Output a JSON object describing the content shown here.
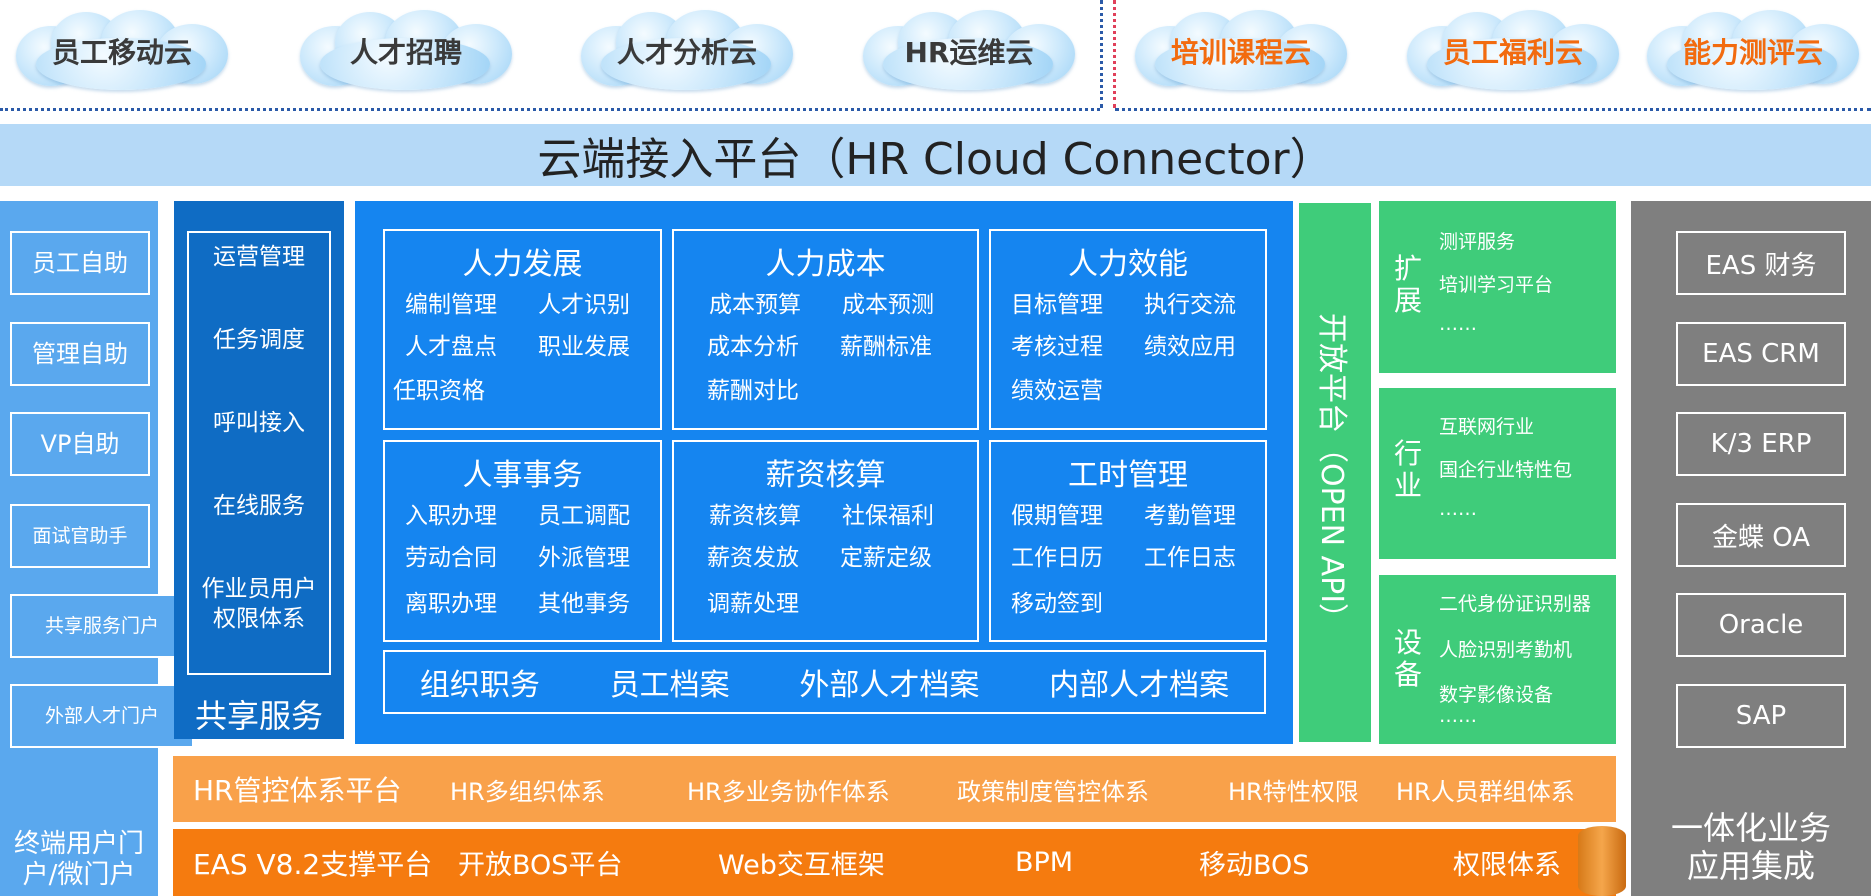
{
  "clouds": [
    {
      "label": "员工移动云",
      "color": "gray"
    },
    {
      "label": "人才招聘",
      "color": "gray"
    },
    {
      "label": "人才分析云",
      "color": "gray"
    },
    {
      "label": "HR运维云",
      "color": "gray"
    },
    {
      "label": "培训课程云",
      "color": "orange"
    },
    {
      "label": "员工福利云",
      "color": "orange"
    },
    {
      "label": "能力测评云",
      "color": "orange"
    }
  ],
  "connector": {
    "title": "云端接入平台（HR Cloud Connector）"
  },
  "left_panel": {
    "items": [
      "员工自助",
      "管理自助",
      "VP自助",
      "面试官助手",
      "共享服务门户",
      "外部人才门户"
    ],
    "footer": "终端用户门户/微门户"
  },
  "shared_service": {
    "items": [
      "运营管理",
      "任务调度",
      "呼叫接入",
      "在线服务",
      "作业员用户权限体系"
    ],
    "title": "共享服务"
  },
  "modules": [
    {
      "title": "人力发展",
      "items": [
        "编制管理",
        "人才识别",
        "人才盘点",
        "职业发展",
        "任职资格"
      ]
    },
    {
      "title": "人力成本",
      "items": [
        "成本预算",
        "成本预测",
        "成本分析",
        "薪酬标准",
        "薪酬对比"
      ]
    },
    {
      "title": "人力效能",
      "items": [
        "目标管理",
        "执行交流",
        "考核过程",
        "绩效应用",
        "绩效运营"
      ]
    },
    {
      "title": "人事事务",
      "items": [
        "入职办理",
        "员工调配",
        "劳动合同",
        "外派管理",
        "离职办理",
        "其他事务"
      ]
    },
    {
      "title": "薪资核算",
      "items": [
        "薪资核算",
        "社保福利",
        "薪资发放",
        "定薪定级",
        "调薪处理"
      ]
    },
    {
      "title": "工时管理",
      "items": [
        "假期管理",
        "考勤管理",
        "工作日历",
        "工作日志",
        "移动签到"
      ]
    }
  ],
  "archive_bar": [
    "组织职务",
    "员工档案",
    "外部人才档案",
    "内部人才档案"
  ],
  "open_api": {
    "label": "开放平台（OPEN API）"
  },
  "extensions": [
    {
      "key": "扩展",
      "lines": [
        "测评服务",
        "培训学习平台",
        "……"
      ]
    },
    {
      "key": "行业",
      "lines": [
        "互联网行业",
        "国企行业特性包",
        "……"
      ]
    },
    {
      "key": "设备",
      "lines": [
        "二代身份证识别器",
        "人脸识别考勤机",
        "数字影像设备",
        "……"
      ]
    }
  ],
  "systems": {
    "items": [
      "EAS 财务",
      "EAS CRM",
      "K/3 ERP",
      "金蝶 OA",
      "Oracle",
      "SAP"
    ],
    "footer": "一体化业务应用集成"
  },
  "hr_control": {
    "title": "HR管控体系平台",
    "items": [
      "HR多组织体系",
      "HR多业务协作体系",
      "政策制度管控体系",
      "HR特性权限",
      "HR人员群组体系"
    ]
  },
  "eas_platform": {
    "title": "EAS V8.2支撑平台",
    "items": [
      "开放BOS平台",
      "Web交互框架",
      "BPM",
      "移动BOS",
      "权限体系"
    ]
  },
  "colors": {
    "connector_bg": "#b5d9f7",
    "left_panel_bg": "#5aa8ee",
    "shared_bg": "#0f6cc4",
    "main_bg": "#1585f0",
    "green": "#3fcc7a",
    "gray_panel": "#7f7f7f",
    "hr_bar": "#f9a14a",
    "eas_bar": "#f57b0f",
    "cloud_orange_text": "#f26b0f"
  }
}
